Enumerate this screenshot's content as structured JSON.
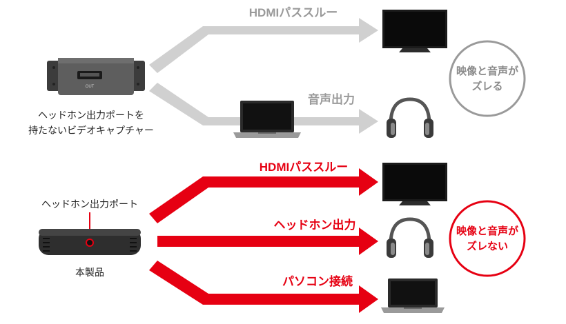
{
  "colors": {
    "gray_arrow": "#d0d0d0",
    "gray_label": "#9a9a9a",
    "red": "#e60012",
    "dark_text": "#222222",
    "device": "#3a3a3a"
  },
  "icons": [
    "hdmi-capture-device-icon",
    "tv-icon",
    "laptop-icon",
    "headphones-icon",
    "capture-box-icon"
  ],
  "top": {
    "device_caption_line1": "ヘッドホン出力ポートを",
    "device_caption_line2": "持たないビデオキャプチャー",
    "port_label": "OUT",
    "route_hdmi_label": "HDMIパススルー",
    "route_audio_label": "音声出力",
    "result_line1": "映像と音声が",
    "result_line2": "ズレる"
  },
  "bottom": {
    "port_caption": "ヘッドホン出力ポート",
    "device_caption": "本製品",
    "route_hdmi_label": "HDMIパススルー",
    "route_headphone_label": "ヘッドホン出力",
    "route_pc_label": "パソコン接続",
    "result_line1": "映像と音声が",
    "result_line2": "ズレない"
  }
}
